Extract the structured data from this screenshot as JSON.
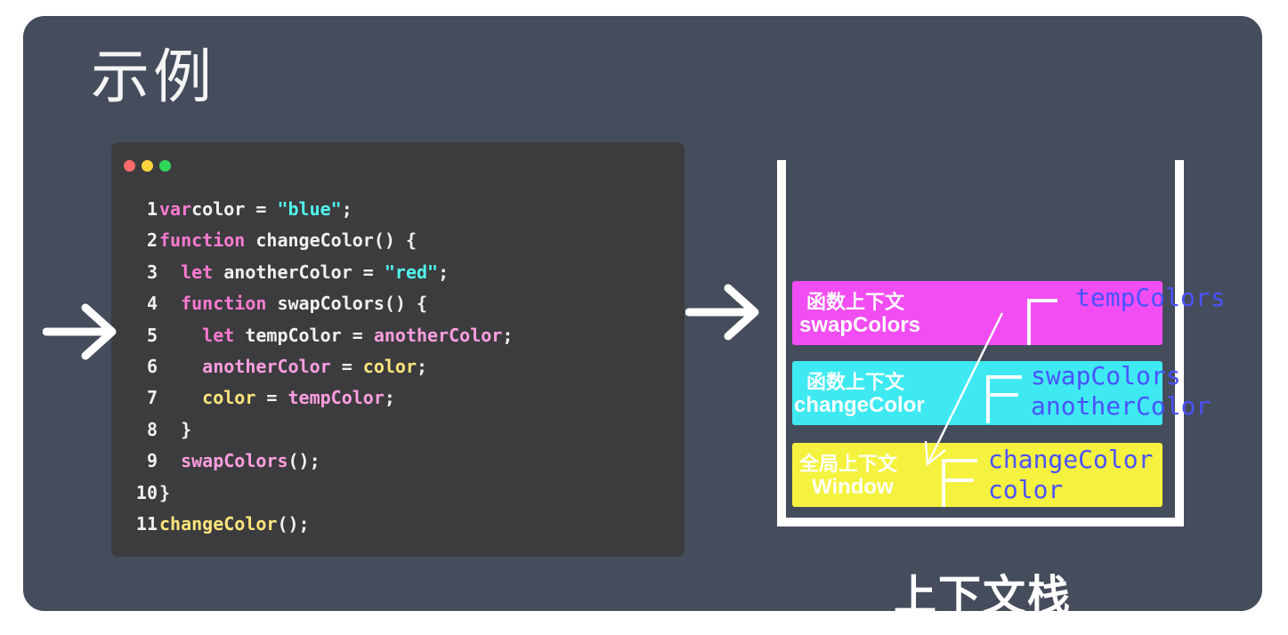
{
  "title": "示例",
  "code": {
    "lines": [
      {
        "num": "1",
        "tokens": [
          [
            "kw",
            "var"
          ],
          [
            "",
            "color = "
          ],
          [
            "str",
            "\"blue\""
          ],
          [
            "",
            ";"
          ]
        ]
      },
      {
        "num": "2",
        "tokens": [
          [
            "kw",
            "function"
          ],
          [
            "",
            " changeColor() {"
          ]
        ]
      },
      {
        "num": "3",
        "tokens": [
          [
            "",
            "  "
          ],
          [
            "kw",
            "let"
          ],
          [
            "",
            " anotherColor = "
          ],
          [
            "str",
            "\"red\""
          ],
          [
            "",
            ";"
          ]
        ]
      },
      {
        "num": "4",
        "tokens": [
          [
            "",
            "  "
          ],
          [
            "kw",
            "function"
          ],
          [
            "",
            " swapColors() {"
          ]
        ]
      },
      {
        "num": "5",
        "tokens": [
          [
            "",
            "    "
          ],
          [
            "kw",
            "let"
          ],
          [
            "",
            " tempColor = "
          ],
          [
            "pink",
            "anotherColor"
          ],
          [
            "",
            ";"
          ]
        ]
      },
      {
        "num": "6",
        "tokens": [
          [
            "",
            "    "
          ],
          [
            "pink",
            "anotherColor"
          ],
          [
            "",
            " = "
          ],
          [
            "fn",
            "color"
          ],
          [
            "",
            ";"
          ]
        ]
      },
      {
        "num": "7",
        "tokens": [
          [
            "",
            "    "
          ],
          [
            "fn",
            "color"
          ],
          [
            "",
            " = "
          ],
          [
            "pink",
            "tempColor"
          ],
          [
            "",
            ";"
          ]
        ]
      },
      {
        "num": "8",
        "tokens": [
          [
            "",
            "  }"
          ]
        ]
      },
      {
        "num": "9",
        "tokens": [
          [
            "",
            "  "
          ],
          [
            "pink",
            "swapColors"
          ],
          [
            "",
            "();"
          ]
        ]
      },
      {
        "num": "10",
        "tokens": [
          [
            "",
            "}"
          ]
        ]
      },
      {
        "num": "11",
        "tokens": [
          [
            "fn",
            "changeColor"
          ],
          [
            "",
            "();"
          ]
        ]
      }
    ]
  },
  "stack": {
    "label": "上下文栈",
    "frames": [
      {
        "line1": "函数上下文",
        "line2": "swapColors",
        "color": "#f24df2",
        "vars": "tempColors"
      },
      {
        "line1": "函数上下文",
        "line2": "changeColor",
        "color": "#3fe9f2",
        "vars": "swapColors\nanotherColor"
      },
      {
        "line1": "全局上下文",
        "line2": "Window",
        "color": "#f4f23e",
        "vars": "changeColor\ncolor"
      }
    ]
  },
  "colors": {
    "background": "#454c5c",
    "code_bg": "#3c3c3e",
    "dot_red": "#ff5f57",
    "dot_yellow": "#ffbd2e",
    "dot_green": "#28c940"
  }
}
